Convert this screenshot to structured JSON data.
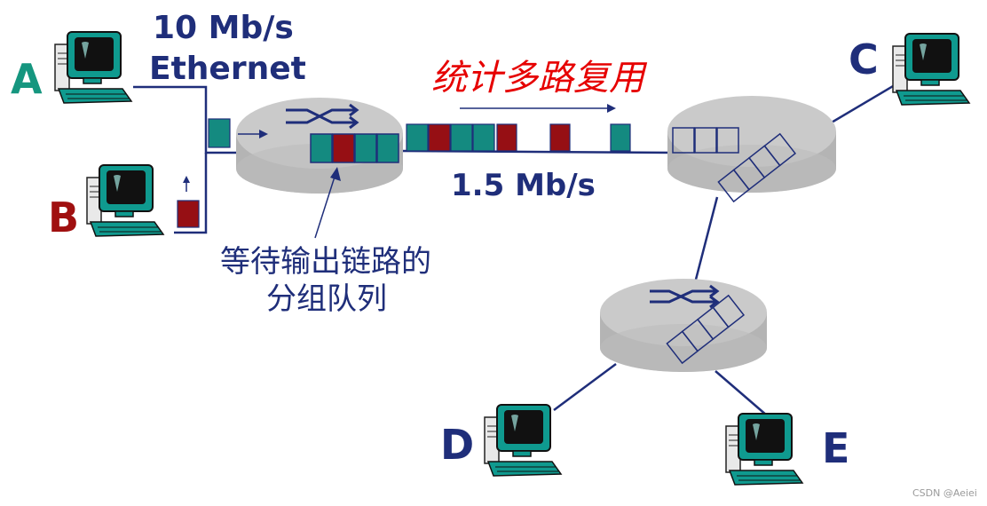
{
  "nodes": {
    "A": {
      "label": "A",
      "color": "#15967f"
    },
    "B": {
      "label": "B",
      "color": "#a01010"
    },
    "C": {
      "label": "C",
      "color": "#1f2e7a"
    },
    "D": {
      "label": "D",
      "color": "#1f2e7a"
    },
    "E": {
      "label": "E",
      "color": "#1f2e7a"
    }
  },
  "labels": {
    "ethernet_speed": "10 Mb/s",
    "ethernet": "Ethernet",
    "stat_mux": "统计多路复用",
    "link_speed": "1.5 Mb/s",
    "queue_line1": "等待输出链路的",
    "queue_line2": "分组队列"
  },
  "watermark": "CSDN @Aeiei",
  "colors": {
    "line": "#1f2e7a",
    "packet_teal": "#148a80",
    "packet_red": "#960f14",
    "router": "#c8c8c8",
    "router_shadow": "#b0b0b0",
    "accent_red": "#e60000"
  },
  "packets_on_link": [
    "teal",
    "red",
    "teal",
    "teal",
    "red",
    "red",
    "teal"
  ],
  "router1_queue": [
    "teal",
    "red",
    "teal",
    "teal"
  ]
}
